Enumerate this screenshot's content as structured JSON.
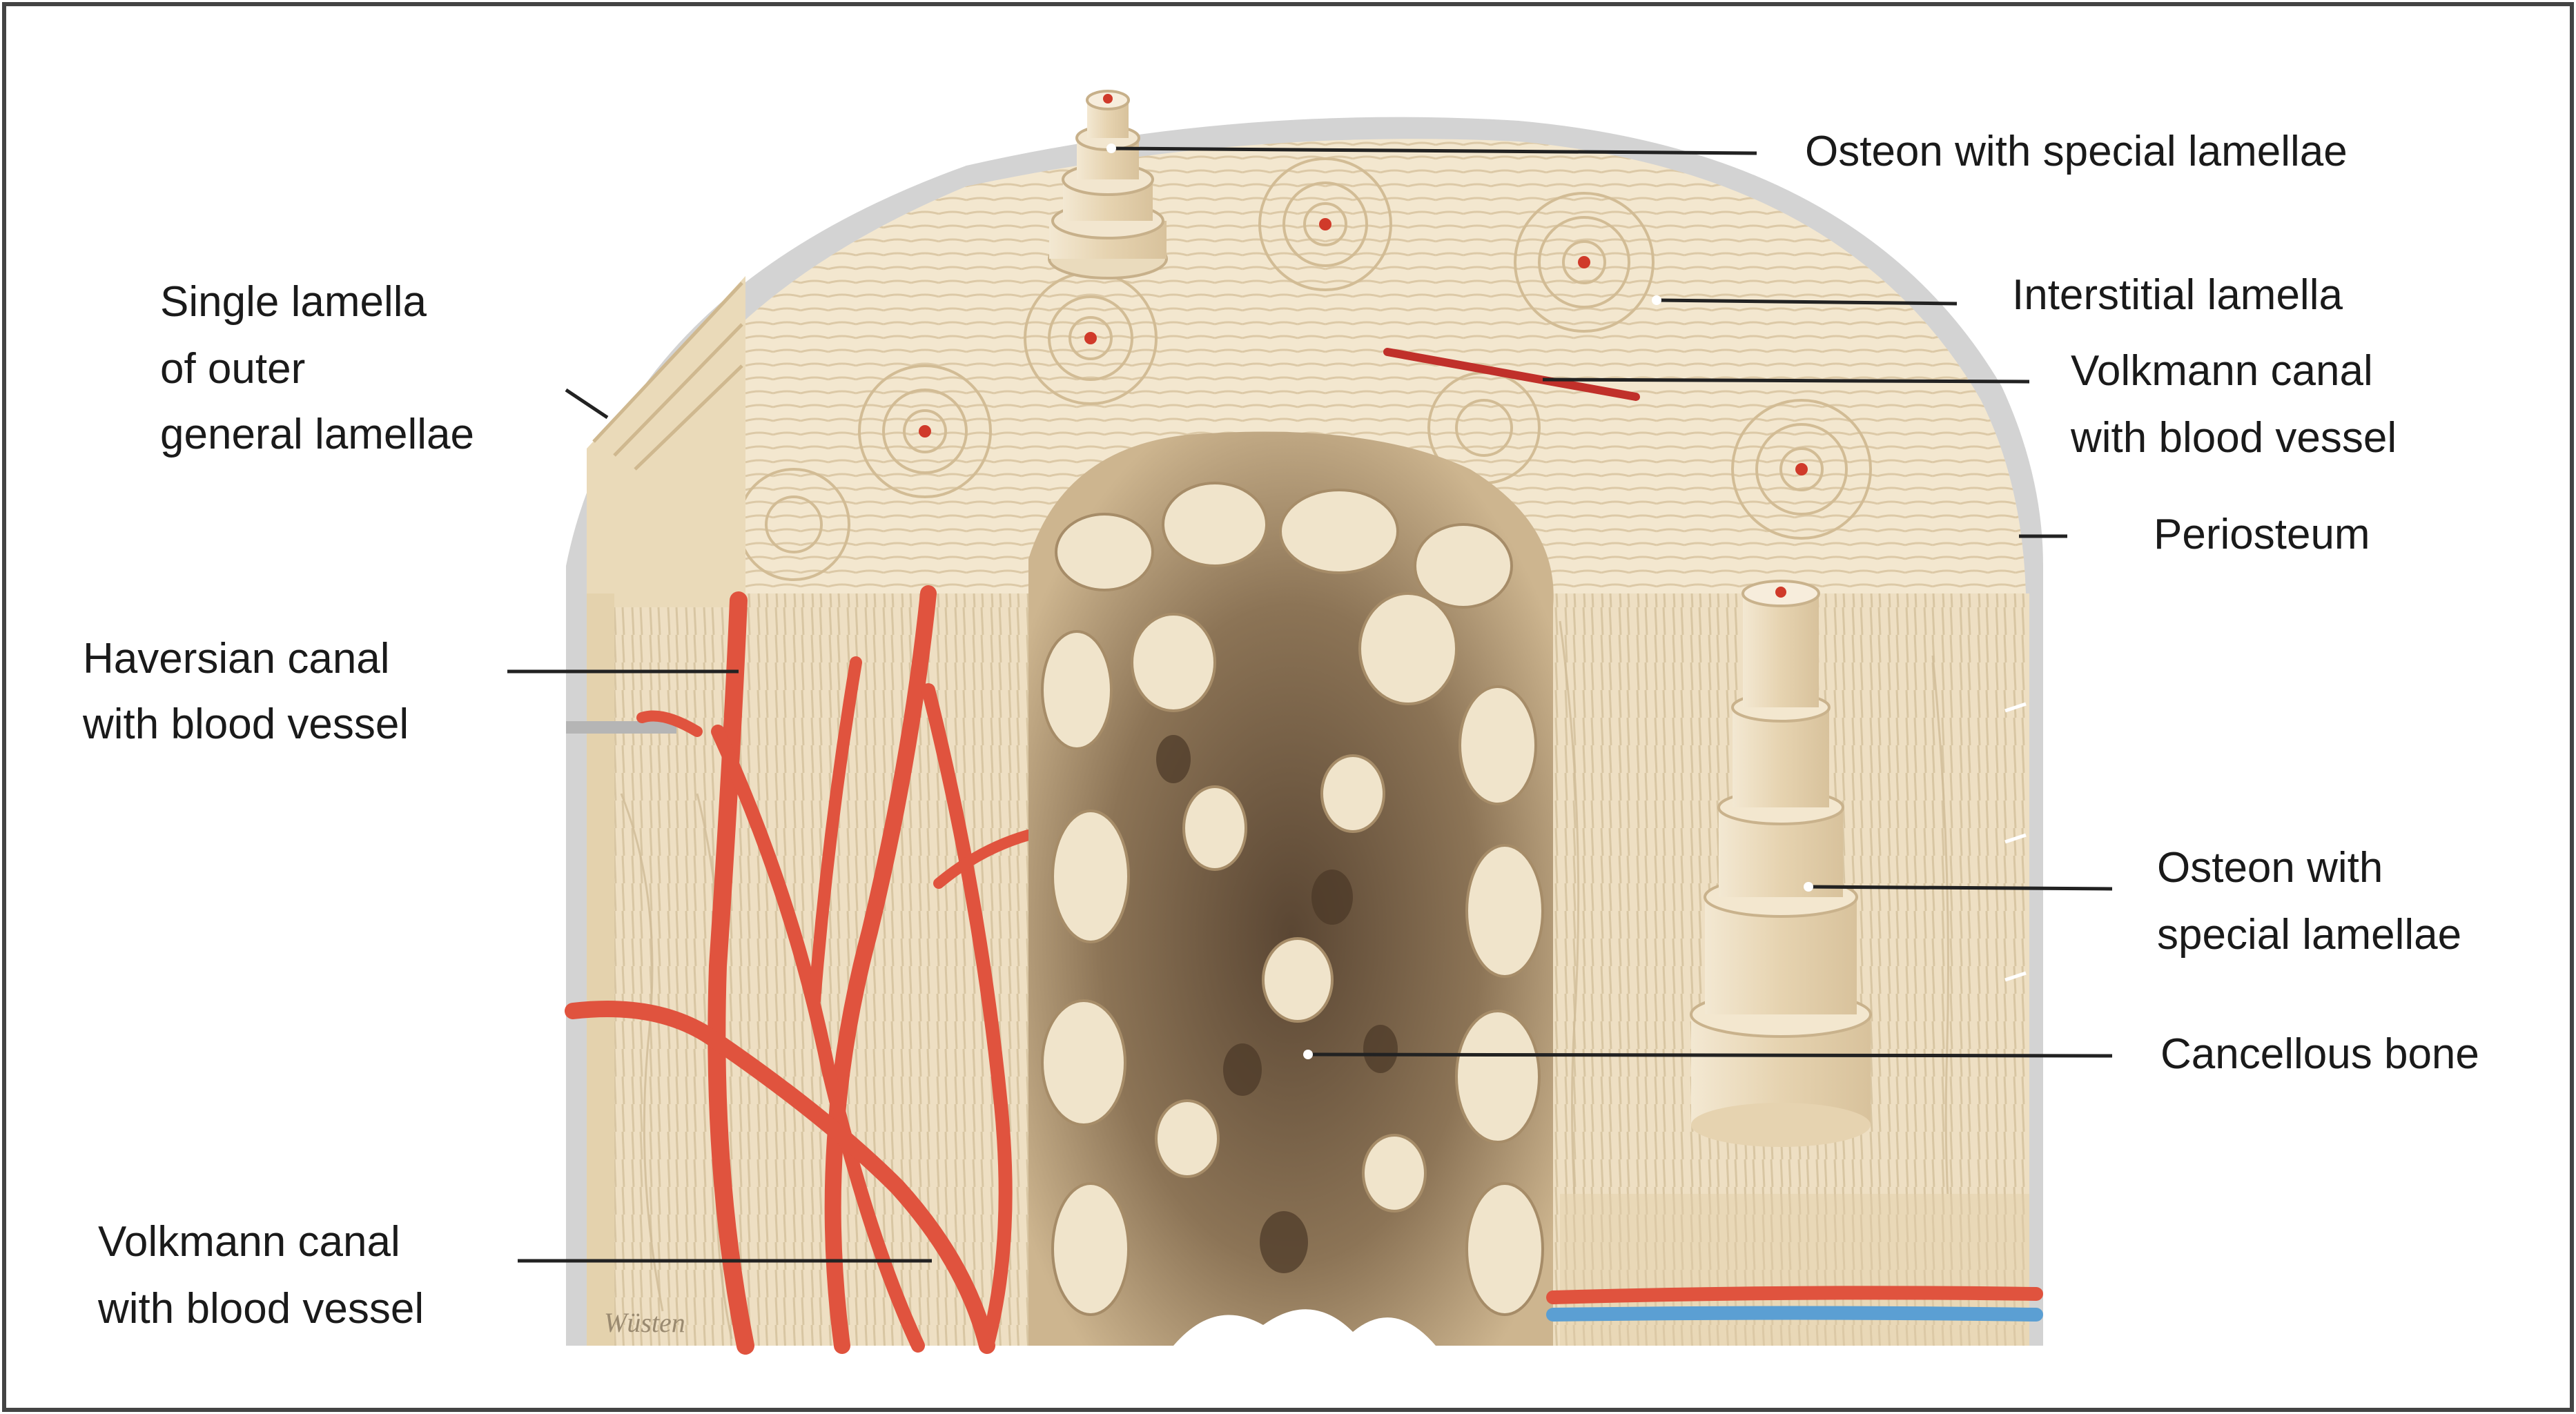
{
  "labels": {
    "osteon_top": "Osteon with special lamellae",
    "interstitial": "Interstitial lamella",
    "volkmann_top_1": "Volkmann canal",
    "volkmann_top_2": "with blood vessel",
    "periosteum": "Periosteum",
    "osteon_right_1": "Osteon with",
    "osteon_right_2": "special lamellae",
    "cancellous": "Cancellous bone",
    "single_1": "Single lamella",
    "single_2": "of outer",
    "single_3": "general lamellae",
    "haversian_1": "Haversian canal",
    "haversian_2": "with blood vessel",
    "volkmann_bottom_1": "Volkmann canal",
    "volkmann_bottom_2": "with blood vessel"
  },
  "signature": "Wüsten",
  "colors": {
    "bone": "#eedfc3",
    "bone_light": "#f6ecd8",
    "bone_line": "#cdb994",
    "cancellous_dark": "#6e5a45",
    "vessel_red": "#e0533e",
    "vessel_blue": "#5b9fd3",
    "periosteum": "#d3d3d3",
    "leader": "#222222"
  }
}
